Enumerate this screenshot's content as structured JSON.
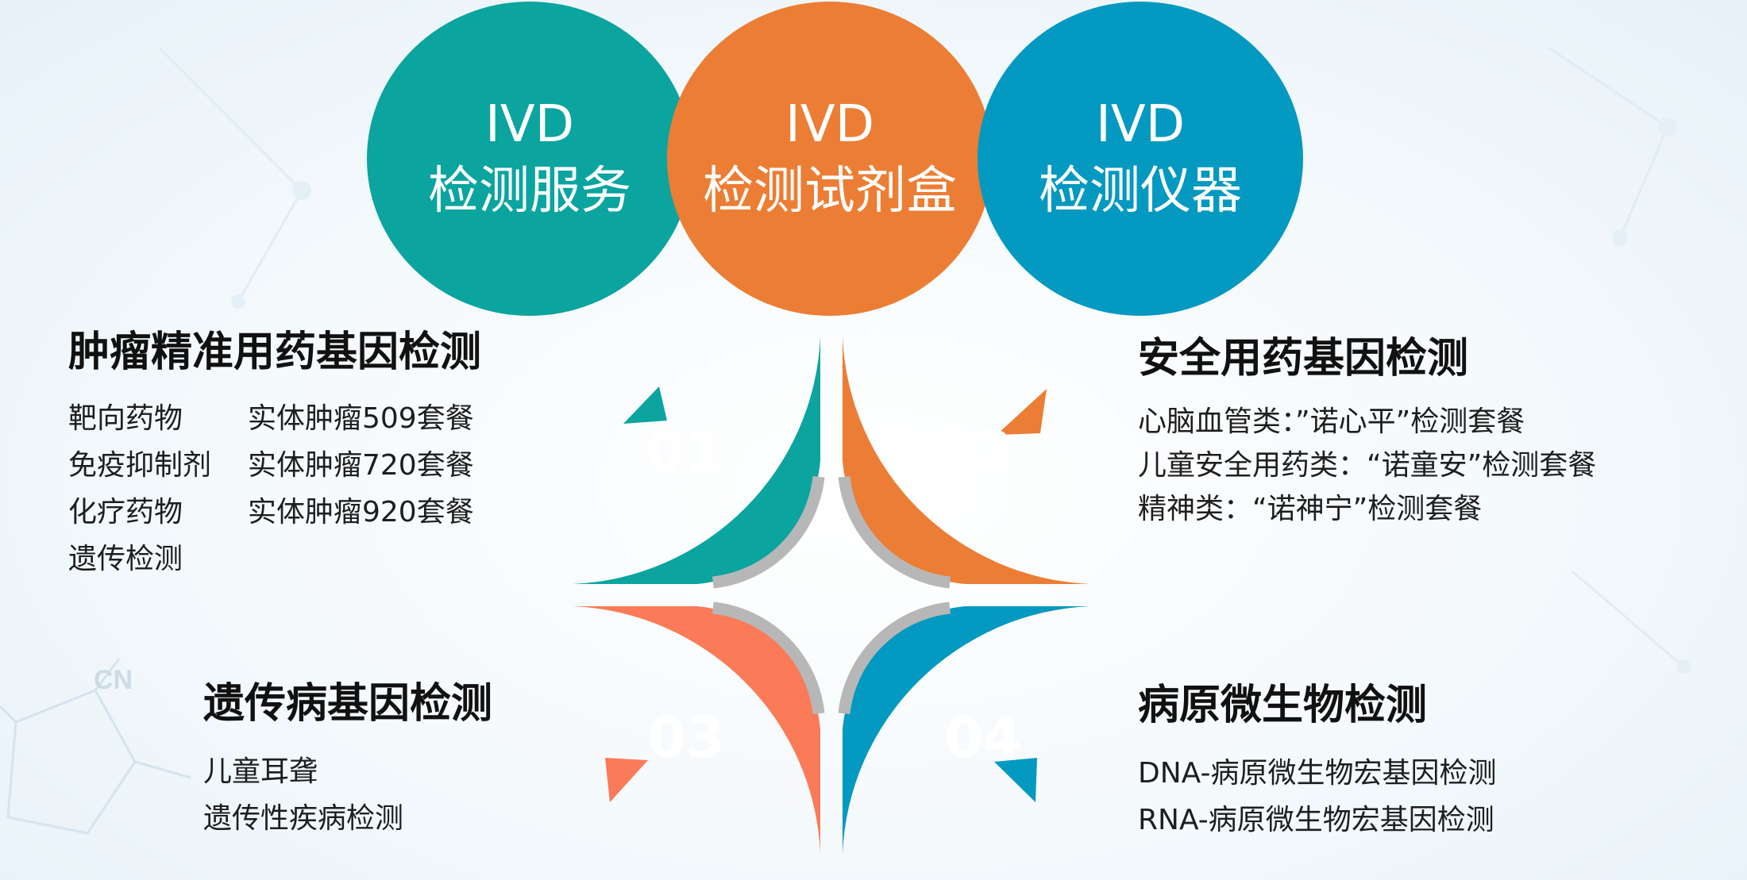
{
  "circles": [
    {
      "line1": "IVD",
      "line2": "检测服务",
      "color": "#0ba49f"
    },
    {
      "line1": "IVD",
      "line2": "检测试剂盒",
      "color": "#ec7d34"
    },
    {
      "line1": "IVD",
      "line2": "检测仪器",
      "color": "#0499c0"
    }
  ],
  "quadrants": [
    {
      "number": "01",
      "color": "#0ba49f"
    },
    {
      "number": "02",
      "color": "#ec7d34"
    },
    {
      "number": "03",
      "color": "#fb7a57"
    },
    {
      "number": "04",
      "color": "#0499c0"
    }
  ],
  "sections": {
    "tumor": {
      "title": "肿瘤精准用药基因检测",
      "left_items": [
        "靶向药物",
        "免疫抑制剂",
        "化疗药物",
        "遗传检测"
      ],
      "right_items": [
        "实体肿瘤509套餐",
        "实体肿瘤720套餐",
        "实体肿瘤920套餐"
      ]
    },
    "safety": {
      "title": "安全用药基因检测",
      "items": [
        "心脑血管类：”诺心平”检测套餐",
        "儿童安全用药类：“诺童安”检测套餐",
        "精神类：“诺神宁”检测套餐"
      ]
    },
    "genetic": {
      "title": "遗传病基因检测",
      "items": [
        "儿童耳聋",
        "遗传性疾病检测"
      ]
    },
    "pathogen": {
      "title": "病原微生物检测",
      "items": [
        "DNA-病原微生物宏基因检测",
        "RNA-病原微生物宏基因检测"
      ]
    }
  },
  "ring_colors": {
    "inner_ring": "#b7b7b7"
  },
  "background_label": "CN"
}
